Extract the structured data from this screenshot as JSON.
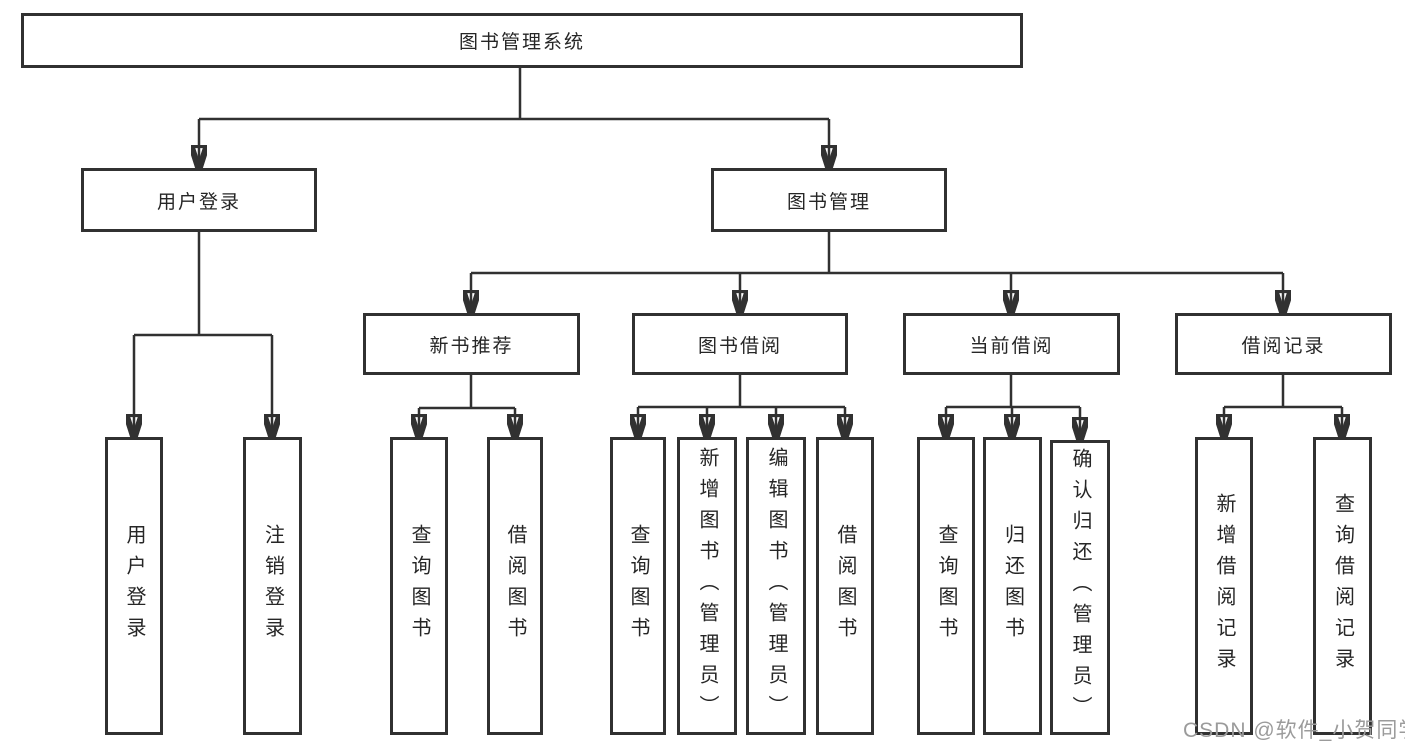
{
  "tree": {
    "root": "图书管理系统",
    "children": [
      {
        "label": "用户登录",
        "children": [
          "用户登录",
          "注销登录"
        ]
      },
      {
        "label": "图书管理",
        "children": [
          {
            "label": "新书推荐",
            "children": [
              "查询图书",
              "借阅图书"
            ]
          },
          {
            "label": "图书借阅",
            "children": [
              "查询图书",
              "新增图书（管理员）",
              "编辑图书（管理员）",
              "借阅图书"
            ]
          },
          {
            "label": "当前借阅",
            "children": [
              "查询图书",
              "归还图书",
              "确认归还（管理员）"
            ]
          },
          {
            "label": "借阅记录",
            "children": [
              "新增借阅记录",
              "查询借阅记录"
            ]
          }
        ]
      }
    ]
  },
  "watermark": {
    "text": "CSDN @软件_小贺同学"
  },
  "colors": {
    "line": "#313131",
    "box_border": "#313131",
    "box_fill": "#ffffff",
    "text": "#262626",
    "watermark": "#9b9b9b",
    "background": "#ffffff"
  }
}
